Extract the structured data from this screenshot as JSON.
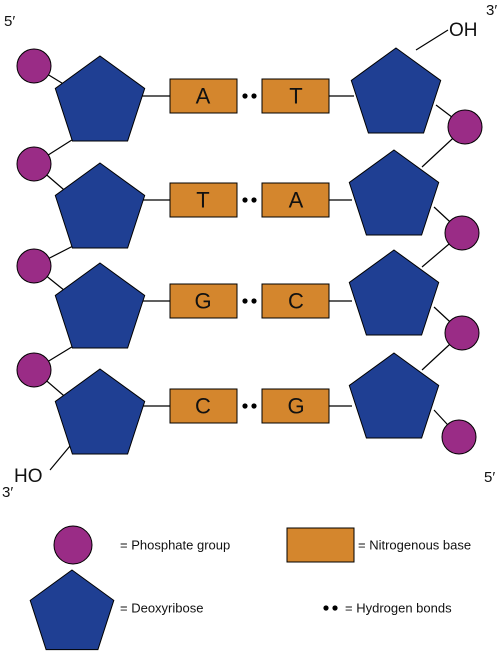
{
  "labels": {
    "five_prime_top": "5′",
    "three_prime_top": "3′",
    "oh_top": "OH",
    "three_prime_bottom": "3′",
    "ho_bottom": "HO",
    "five_prime_bottom": "5′"
  },
  "pairs": [
    {
      "left": "A",
      "right": "T"
    },
    {
      "left": "T",
      "right": "A"
    },
    {
      "left": "G",
      "right": "C"
    },
    {
      "left": "C",
      "right": "G"
    }
  ],
  "legend": {
    "phosphate": "= Phosphate group",
    "base": "= Nitrogenous base",
    "deoxyribose": "= Deoxyribose",
    "hydrogen": "= Hydrogen bonds"
  },
  "colors": {
    "phosphate": "#9a2c86",
    "deoxyribose": "#1f3f93",
    "base": "#d4862d"
  }
}
